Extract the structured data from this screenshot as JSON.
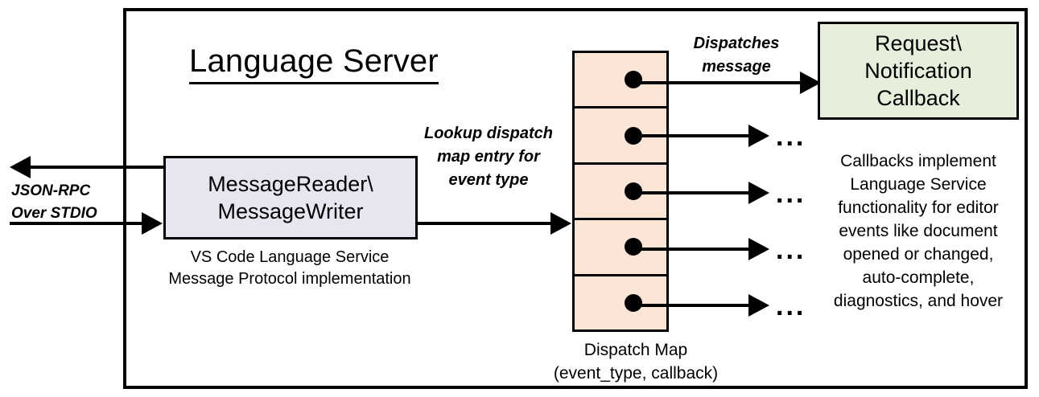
{
  "diagram": {
    "title": "Language Server",
    "frame_label": "Language Server"
  },
  "io": {
    "protocol_label": "JSON-RPC\nOver STDIO",
    "outbound_arrow": "arrow-left-icon",
    "inbound_arrow": "arrow-right-icon"
  },
  "message_box": {
    "label": "MessageReader\\\nMessageWriter",
    "caption": "VS Code Language Service\nMessage Protocol implementation",
    "fill": "#e8e5f0"
  },
  "lookup": {
    "label": "Lookup dispatch\nmap entry for\nevent type"
  },
  "dispatch_map": {
    "caption": "Dispatch Map\n(event_type, callback)",
    "fill": "#fbe5d6",
    "rows": [
      {
        "dot": "entry-dot",
        "target": "Request\\Notification Callback"
      },
      {
        "dot": "entry-dot",
        "target": "..."
      },
      {
        "dot": "entry-dot",
        "target": "..."
      },
      {
        "dot": "entry-dot",
        "target": "..."
      },
      {
        "dot": "entry-dot",
        "target": "..."
      }
    ],
    "ellipsis": "..."
  },
  "dispatch": {
    "label": "Dispatches\nmessage"
  },
  "callback_box": {
    "label": "Request\\\nNotification\nCallback",
    "fill": "#e8eedc",
    "description": "Callbacks implement\nLanguage Service\nfunctionality for editor\nevents like document\nopened or changed,\nauto-complete,\ndiagnostics, and hover"
  },
  "colors": {
    "stroke": "#000000",
    "background": "#ffffff",
    "message_fill": "#e8e5f0",
    "map_fill": "#fbe5d6",
    "callback_fill": "#e8eedc"
  }
}
